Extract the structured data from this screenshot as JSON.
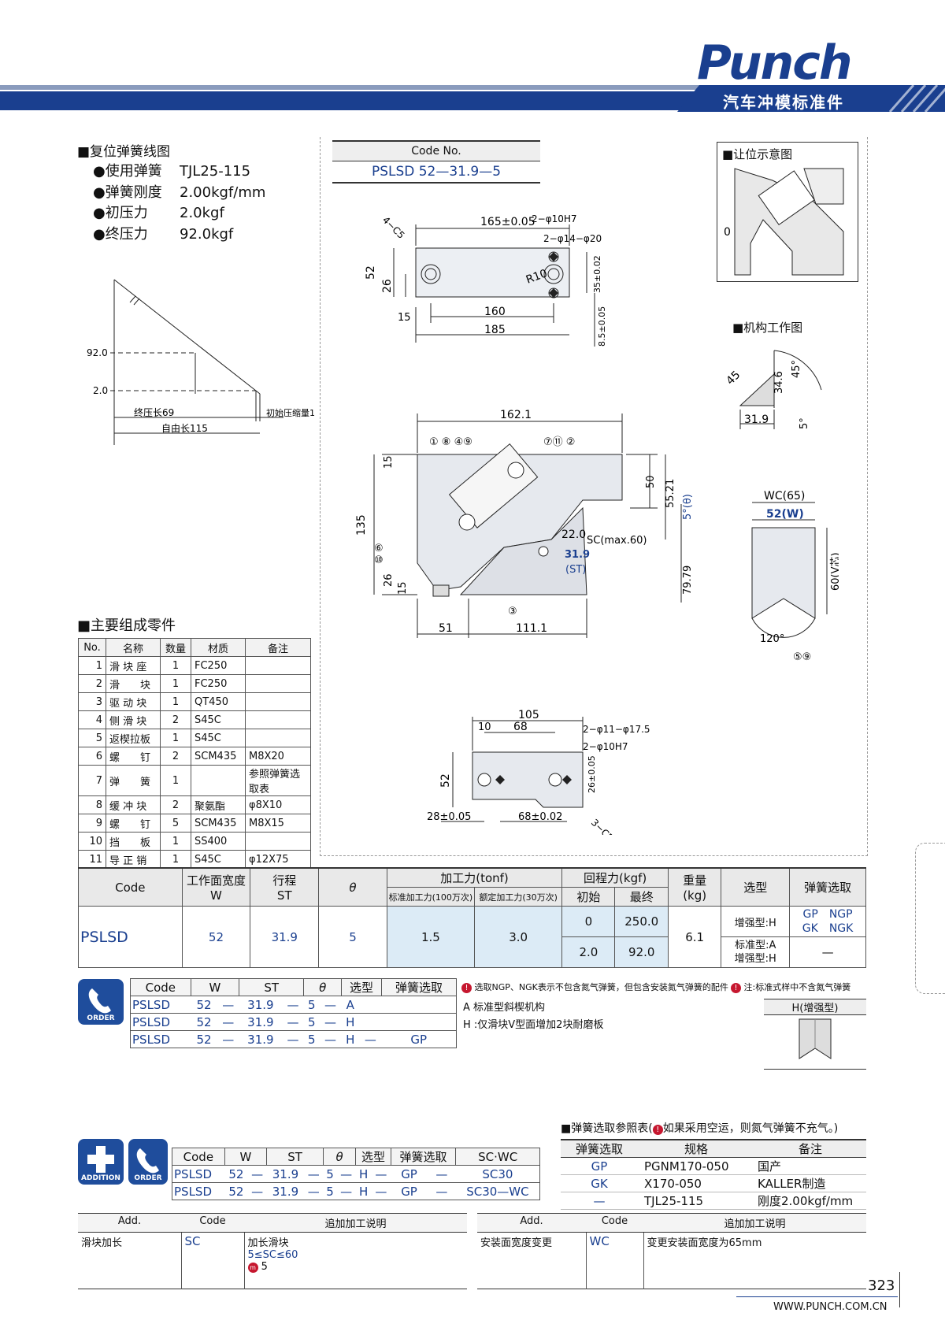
{
  "header": {
    "logo": "Punch",
    "subtitle": "汽车冲模标准件"
  },
  "spring_section": {
    "title": "■复位弹簧线图",
    "items": [
      {
        "k": "●使用弹簧",
        "v": "TJL25-115"
      },
      {
        "k": "●弹簧刚度",
        "v": "2.00kgf/mm"
      },
      {
        "k": "●初压力",
        "v": "2.0kgf"
      },
      {
        "k": "●终压力",
        "v": "92.0kgf"
      }
    ],
    "chart_labels": {
      "y1": "92.0",
      "y2": "2.0",
      "l1": "终压长69",
      "l2": "初始压缩量1",
      "l3": "自由长115"
    }
  },
  "code_box": {
    "label": "Code No.",
    "value": "PSLSD 52—31.9—5"
  },
  "side_titles": {
    "clearance": "■让位示意图",
    "mechanism": "■机构工作图"
  },
  "parts": {
    "title": "■主要组成零件",
    "headers": [
      "No.",
      "名称",
      "数量",
      "材质",
      "备注"
    ],
    "rows": [
      [
        "1",
        "滑 块 座",
        "1",
        "FC250",
        ""
      ],
      [
        "2",
        "滑　　块",
        "1",
        "FC250",
        ""
      ],
      [
        "3",
        "驱 动 块",
        "1",
        "QT450",
        ""
      ],
      [
        "4",
        "侧 滑 块",
        "2",
        "S45C",
        ""
      ],
      [
        "5",
        "返楔拉板",
        "1",
        "S45C",
        ""
      ],
      [
        "6",
        "螺　　钉",
        "2",
        "SCM435",
        "M8X20"
      ],
      [
        "7",
        "弹　　簧",
        "1",
        "",
        "参照弹簧选取表"
      ],
      [
        "8",
        "缓 冲 块",
        "2",
        "聚氨酯",
        "φ8X10"
      ],
      [
        "9",
        "螺　　钉",
        "5",
        "SCM435",
        "M8X15"
      ],
      [
        "10",
        "挡　　板",
        "1",
        "SS400",
        ""
      ],
      [
        "11",
        "导 正 销",
        "1",
        "S45C",
        "φ12X75"
      ]
    ]
  },
  "spec": {
    "h_code": "Code",
    "h_w": "工作面宽度",
    "h_w2": "W",
    "h_st": "行程",
    "h_st2": "ST",
    "h_theta": "θ",
    "h_force": "加工力(tonf)",
    "h_force_std": "标准加工力(100万次)",
    "h_force_rated": "额定加工力(30万次)",
    "h_ret": "回程力(kgf)",
    "h_ret_init": "初始",
    "h_ret_final": "最终",
    "h_weight": "重量",
    "h_weight2": "(kg)",
    "h_type": "选型",
    "h_spring": "弹簧选取",
    "code": "PSLSD",
    "w": "52",
    "st": "31.9",
    "theta": "5",
    "f_std": "1.5",
    "f_rated": "3.0",
    "r1_init": "0",
    "r1_final": "250.0",
    "r2_init": "2.0",
    "r2_final": "92.0",
    "weight": "6.1",
    "type1": "增强型:H",
    "type2a": "标准型:A",
    "type2b": "增强型:H",
    "spr1a": "GP　NGP",
    "spr1b": "GK　NGK",
    "spr2": "—"
  },
  "order": {
    "icon": "ORDER",
    "headers": [
      "Code",
      "W",
      "ST",
      "θ",
      "选型",
      "弹簧选取"
    ],
    "rows": [
      [
        "PSLSD",
        "52",
        "—",
        "31.9",
        "—",
        "5",
        "—",
        "A",
        "",
        ""
      ],
      [
        "PSLSD",
        "52",
        "—",
        "31.9",
        "—",
        "5",
        "—",
        "H",
        "",
        ""
      ],
      [
        "PSLSD",
        "52",
        "—",
        "31.9",
        "—",
        "5",
        "—",
        "H",
        "—",
        "GP"
      ]
    ],
    "note1": "选取NGP、NGK表示不包含氮气弹簧，但包含安装氮气弹簧的配件",
    "note2": "注:标准式样中不含氮气弹簧",
    "note_a": "A 标准型斜楔机构",
    "note_h": "H :仅滑块V型面增加2块耐磨板",
    "h_label": "H(增强型)"
  },
  "addition_order": {
    "icon1": "ADDITION",
    "icon2": "ORDER",
    "headers": [
      "Code",
      "W",
      "ST",
      "θ",
      "选型",
      "弹簧选取",
      "SC·WC"
    ],
    "rows": [
      [
        "PSLSD",
        "52",
        "—",
        "31.9",
        "—",
        "5",
        "—",
        "H",
        "—",
        "GP",
        "—",
        "SC30"
      ],
      [
        "PSLSD",
        "52",
        "—",
        "31.9",
        "—",
        "5",
        "—",
        "H",
        "—",
        "GP",
        "—",
        "SC30—WC"
      ]
    ]
  },
  "spring_ref": {
    "title": "■弹簧选取参照表(",
    "title_note": "如果采用空运，则氮气弹簧不充气。)",
    "headers": [
      "弹簧选取",
      "规格",
      "备注"
    ],
    "rows": [
      [
        "GP",
        "PGNM170-050",
        "国产"
      ],
      [
        "GK",
        "X170-050",
        "KALLER制造"
      ],
      [
        "—",
        "TJL25-115",
        "刚度2.00kgf/mm"
      ]
    ]
  },
  "additional": {
    "headers": [
      "Add.",
      "Code",
      "追加加工说明"
    ],
    "left": {
      "add": "滑块加长",
      "code": "SC",
      "desc1": "加长滑块",
      "desc2": "5≤SC≤60",
      "desc3": "5"
    },
    "right": {
      "add": "安装面宽度变更",
      "code": "WC",
      "desc1": "变更安装面宽度为65mm"
    }
  },
  "footer": {
    "page": "323",
    "url": "WWW.PUNCH.COM.CN"
  }
}
